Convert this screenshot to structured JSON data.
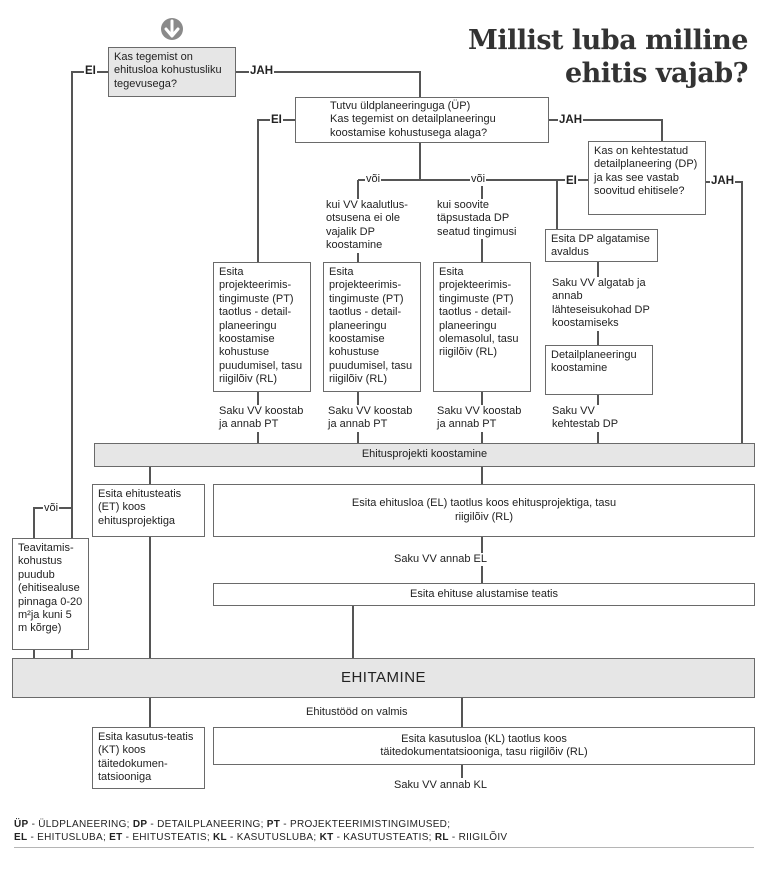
{
  "title": {
    "line1": "Millist luba milline",
    "line2": "ehitis vajab?"
  },
  "boxes": {
    "start": "Kas tegemist on ehitusloa kohustusliku tegevusega?",
    "tutvu": "Tutvu üldplaneeringuga (ÜP)\nKas tegemist on detailplaneeringu koostamise kohustusega alaga?",
    "kehtestatud": "Kas on kehtestatud detailplaneering (DP) ja kas see vastab soovitud ehitisele?",
    "pt1": "Esita projekteerimis-tingimuste (PT) taotlus - detail-planeeringu koostamise kohustuse puudumisel, tasu riigilõiv (RL)",
    "pt2": "Esita projekteerimis-tingimuste (PT) taotlus - detail-planeeringu koostamise kohustuse puudumisel, tasu riigilõiv (RL)",
    "pt3": "Esita projekteerimis-tingimuste (PT) taotlus - detail-planeeringu olemasolul, tasu riigilõiv (RL)",
    "dp_avaldus": "Esita DP algatamise avaldus",
    "dp_koostamine": "Detailplaneeringu koostamine",
    "ehitusprojekt": "Ehitusprojekti koostamine",
    "et": "Esita ehitusteatis (ET) koos ehitusprojektiga",
    "el": "Esita ehitusloa (EL) taotlus koos ehitusprojektiga, tasu riigilõiv (RL)",
    "teavitamis": "Teavitamis-kohustus puudub (ehitisealuse pinnaga 0-20 m²ja kuni 5 m kõrge)",
    "alustamise": "Esita ehituse alustamise teatis",
    "ehitamine": "EHITAMINE",
    "kt": "Esita kasutus-teatis (KT) koos täitedokumen-tatsiooniga",
    "kl": "Esita kasutusloa (KL) taotlus koos täitedokumentatsiooniga, tasu riigilõiv (RL)"
  },
  "labels": {
    "ei_left": "EI",
    "jah_top": "JAH",
    "ei_mid": "EI",
    "jah_mid": "JAH",
    "voi1": "või",
    "voi2": "või",
    "ei_right": "EI",
    "jah_right": "JAH",
    "cond1": "kui VV kaalutlus-otsusena ei ole vajalik DP koostamine",
    "cond2": "kui soovite täpsustada DP seatud tingimusi",
    "saku_algatab": "Saku VV algatab ja annab lähteseisukohad DP koostamiseks",
    "koostab1": "Saku VV koostab ja annab PT",
    "koostab2": "Saku VV koostab ja annab PT",
    "koostab3": "Saku VV koostab ja annab PT",
    "kehtestab": "Saku VV kehtestab DP",
    "voi_left": "või",
    "annab_el": "Saku VV annab EL",
    "valmis": "Ehitustööd on valmis",
    "annab_kl": "Saku VV annab KL"
  },
  "legend": {
    "line1": [
      {
        "abbr": "ÜP",
        "text": " - ÜLDPLANEERING; "
      },
      {
        "abbr": "DP",
        "text": " - DETAILPLANEERING; "
      },
      {
        "abbr": "PT",
        "text": " - PROJEKTEERIMISTINGIMUSED;"
      }
    ],
    "line2": [
      {
        "abbr": "EL",
        "text": " - EHITUSLUBA; "
      },
      {
        "abbr": "ET",
        "text": " - EHITUSTEATIS; "
      },
      {
        "abbr": "KL",
        "text": " - KASUTUSLUBA; "
      },
      {
        "abbr": "KT",
        "text": " - KASUTUSTEATIS; "
      },
      {
        "abbr": "RL",
        "text": " - RIIGILÕIV"
      }
    ]
  },
  "colors": {
    "line": "#555555",
    "box_border": "#6a6a6a",
    "gray_fill": "#e6e6e6",
    "arrow_icon": "#8a8a8a"
  },
  "icons": {
    "start": "arrow-down-circle-icon"
  }
}
